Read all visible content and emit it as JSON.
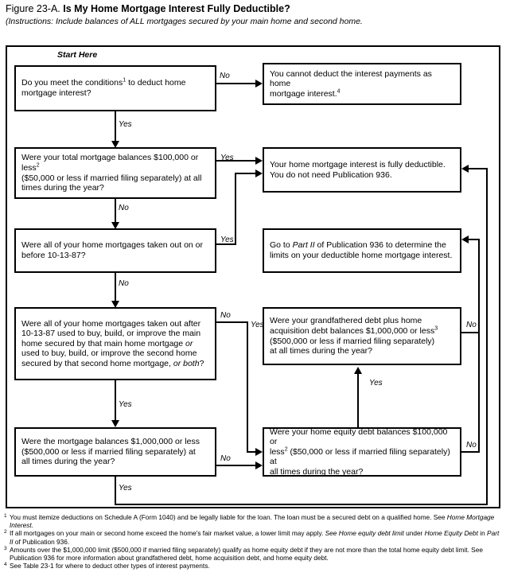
{
  "header": {
    "figure_label": "Figure 23-A.",
    "title": "Is My Home Mortgage Interest Fully Deductible?",
    "instructions_lead": "(Instructions:",
    "instructions_text": "Include balances of ALL mortgages secured by your main home and second home."
  },
  "start_label": "Start Here",
  "nodes": {
    "q1": {
      "id": "q1",
      "line1": "Do you meet the conditions",
      "sup1": "1",
      "line1b": " to deduct home",
      "line2": "mortgage interest?"
    },
    "end_no_deduct": {
      "line1": "You cannot deduct the interest payments as home",
      "line2": "mortgage interest.",
      "sup": "4"
    },
    "q2": {
      "line1": "Were your total mortgage balances $100,000 or less",
      "sup1": "2",
      "line2": "($50,000 or less if married filing separately) at all",
      "line3": "times during the year?"
    },
    "end_fully_deductible": {
      "line1": "Your home mortgage interest is fully deductible.",
      "line2": "You do not need Publication 936."
    },
    "q3": {
      "line1": "Were all of your home mortgages taken out on or",
      "line2": "before 10-13-87?"
    },
    "end_part2": {
      "pre": "Go to ",
      "italic": "Part II",
      "post": " of Publication 936 to determine the",
      "line2": "limits on your deductible home mortgage interest."
    },
    "q4": {
      "line1": "Were all of your home mortgages taken out after",
      "line2": "10-13-87 used to buy, build, or improve the main",
      "line3": "home secured by that main home mortgage ",
      "line3i": "or",
      "line4": "used to buy, build, or improve the second home",
      "line5": "secured by that second home mortgage, ",
      "line5i": "or both",
      "line5b": "?"
    },
    "q5": {
      "line1": "Were your grandfathered debt plus home",
      "line2": "acquisition debt balances $1,000,000 or less",
      "sup2": "3",
      "line3": "($500,000 or less if married filing separately)",
      "line4": "at all times during the year?"
    },
    "q6": {
      "line1": "Were the mortgage balances $1,000,000 or less",
      "line2": "($500,000 or less if married filing separately) at",
      "line3": "all times during the year?"
    },
    "q7": {
      "line1": "Were your home equity debt balances $100,000 or",
      "line2a": "less",
      "sup": "2",
      "line2b": " ($50,000 or less if married filing separately) at",
      "line3": "all times during the year?"
    }
  },
  "edge_labels": {
    "q1_no": "No",
    "q1_yes": "Yes",
    "q2_yes": "Yes",
    "q2_no": "No",
    "q3_yes": "Yes",
    "q3_no": "No",
    "q4_no": "No",
    "q4_yes": "Yes",
    "q5_yes": "Yes",
    "q5_no": "No",
    "q6_no": "No",
    "q6_yes": "Yes",
    "q7_no": "No"
  },
  "footnotes": [
    {
      "marker": "1",
      "text": "You must itemize deductions on Schedule A (Form 1040) and be legally liable for the loan. The loan must be a secured debt on a qualified home. See ",
      "italic_tail": "Home Mortgage Interest",
      "tail": "."
    },
    {
      "marker": "2",
      "text": "If all mortgages on your main or second home exceed the home's fair market value, a lower limit may apply. ",
      "italic_mid": "See Home equity debt limit",
      "mid2": " under ",
      "italic_mid2": "Home Equity Debt",
      "mid3": " in ",
      "italic_mid3": "Part II",
      "tail": " of Publication 936."
    },
    {
      "marker": "3",
      "text": "Amounts over the $1,000,000 limit ($500,000 if married filing separately) qualify as home equity debt if they are not more than the total home equity debt limit. See Publication 936 for more information about grandfathered debt, home acquisition debt, and home equity debt."
    },
    {
      "marker": "4",
      "text": "See Table 23-1 for where to deduct other types of interest payments."
    }
  ],
  "colors": {
    "ink": "#000000",
    "paper": "#ffffff"
  }
}
